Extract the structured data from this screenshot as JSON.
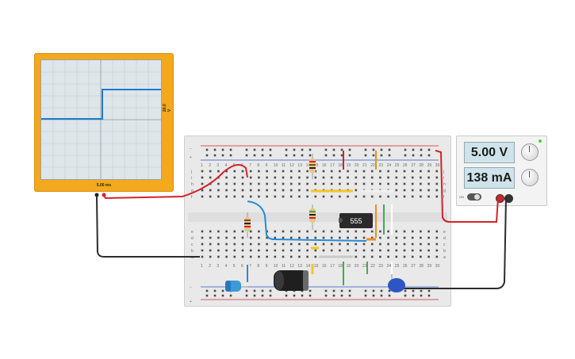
{
  "oscilloscope": {
    "time_label": "5.00 ms",
    "volt_label": "20.0 V",
    "trace_color": "#1f7ad1"
  },
  "power_supply": {
    "voltage": "5.00 V",
    "current": "138 mA",
    "on_label": "ON"
  },
  "ic": {
    "label": "555"
  },
  "breadboard": {
    "column_numbers": [
      "1",
      "2",
      "3",
      "4",
      "5",
      "6",
      "7",
      "8",
      "9",
      "10",
      "11",
      "12",
      "13",
      "14",
      "15",
      "16",
      "17",
      "18",
      "19",
      "20",
      "21",
      "22",
      "23",
      "24",
      "25",
      "26",
      "27",
      "28",
      "29",
      "30"
    ],
    "row_letters_top": [
      "j",
      "i",
      "h",
      "g",
      "f"
    ],
    "row_letters_bottom": [
      "e",
      "d",
      "c",
      "b",
      "a"
    ],
    "rail_plus": "+",
    "rail_minus": "−"
  },
  "colors": {
    "wire_red": "#d2232a",
    "wire_black": "#2b2b2b",
    "wire_blue": "#2a8bd6",
    "wire_orange": "#f28c1b",
    "wire_green": "#3cb043",
    "wire_yellow": "#f3c623",
    "oscilloscope_body": "#f2a91e"
  }
}
